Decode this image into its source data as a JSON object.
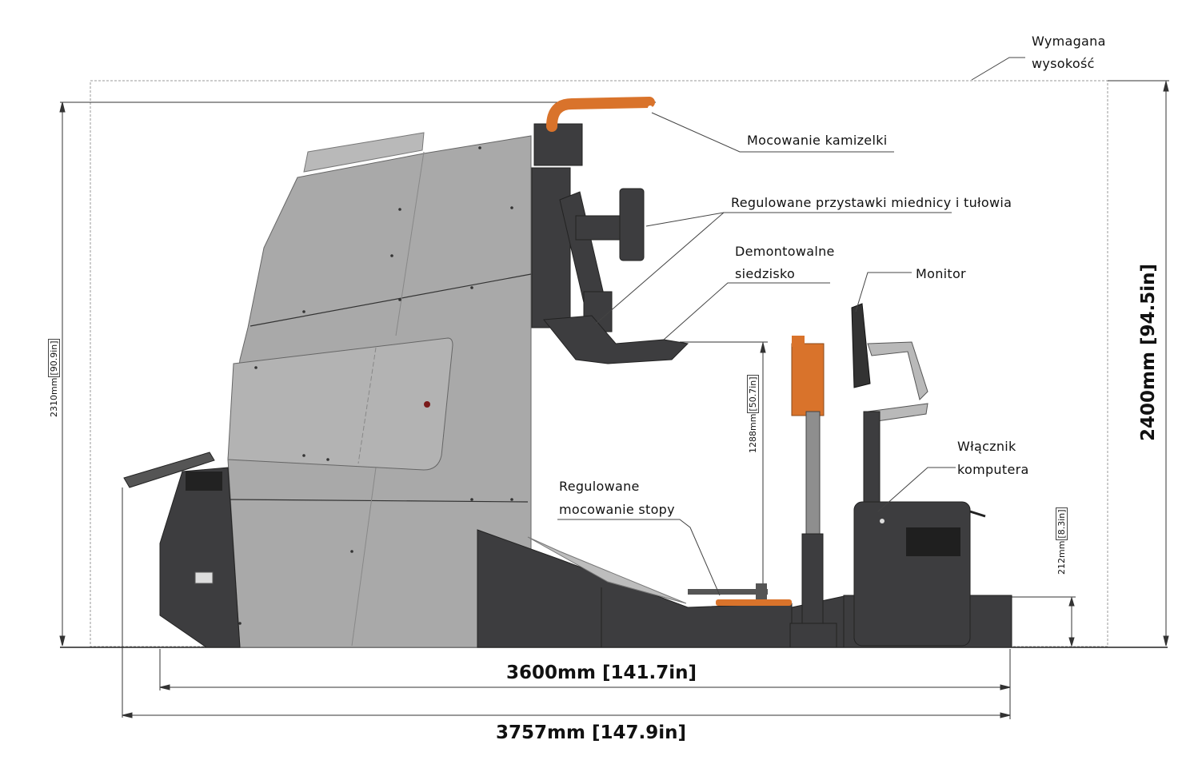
{
  "labels": {
    "required_height": [
      "Wymagana",
      "wysokość"
    ],
    "vest_mount": "Mocowanie kamizelki",
    "pelvis_torso": "Regulowane przystawki miednicy i tułowia",
    "seat": [
      "Demontowalne",
      "siedzisko"
    ],
    "monitor": "Monitor",
    "computer_switch": [
      "Włącznik",
      "komputera"
    ],
    "foot_mount": [
      "Regulowane",
      "mocowanie stopy"
    ]
  },
  "dimensions": {
    "width_inner": "3600mm [141.7in]",
    "width_total": "3757mm [147.9in]",
    "height_required": "2400mm [94.5in]",
    "height_total_mm": "2310mm",
    "height_total_in": "[90.9in]",
    "seat_height_mm": "1288mm",
    "seat_height_in": "[50.7in]",
    "step_height_mm": "212mm",
    "step_height_in": "[8.3in]"
  },
  "colors": {
    "panel_grey": "#a8a8a8",
    "dark_grey": "#3d3d3f",
    "accent_orange": "#d9732b",
    "line": "#222222"
  }
}
